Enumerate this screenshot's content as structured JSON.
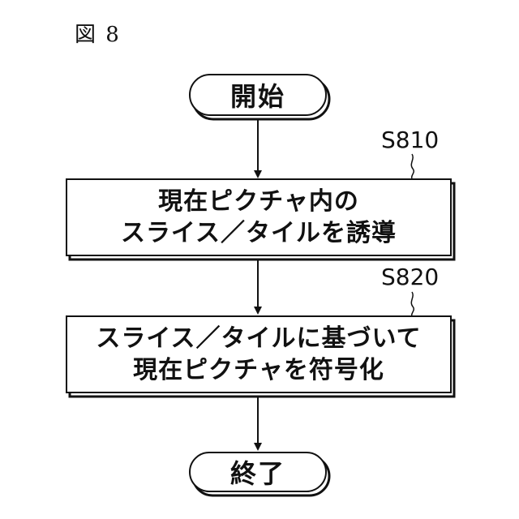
{
  "figure_label": "図 8",
  "nodes": {
    "start": {
      "label": "開始"
    },
    "s810": {
      "step": "S810",
      "line1": "現在ピクチャ内の",
      "line2": "スライス／タイルを誘導"
    },
    "s820": {
      "step": "S820",
      "line1": "スライス／タイルに基づいて",
      "line2": "現在ピクチャを符号化"
    },
    "end": {
      "label": "終了"
    }
  }
}
